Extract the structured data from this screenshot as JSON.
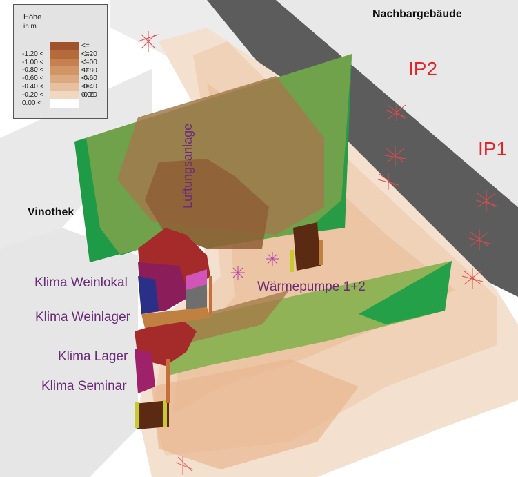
{
  "legend": {
    "title": "Höhe",
    "unit": "in m",
    "rows": [
      {
        "low": "",
        "high": "<= -1.20",
        "color": "#a0522d"
      },
      {
        "low": "-1.20 <",
        "high": "<= -1.00",
        "color": "#b46a3a"
      },
      {
        "low": "-1.00 <",
        "high": "<= -0.80",
        "color": "#c4804e"
      },
      {
        "low": "-0.80 <",
        "high": "<= -0.60",
        "color": "#d29566"
      },
      {
        "low": "-0.60 <",
        "high": "<= -0.40",
        "color": "#dcaa80"
      },
      {
        "low": "-0.40 <",
        "high": "<= -0.20",
        "color": "#e6c09f"
      },
      {
        "low": "-0.20 <",
        "high": "0.00",
        "color": "#f0d8c0"
      },
      {
        "low": "0.00 <",
        "high": "",
        "color": "#ffffff"
      }
    ]
  },
  "labels": {
    "neighbor_building": "Nachbargebäude",
    "ip2": "IP2",
    "ip1": "IP1",
    "vinothek": "Vinothek",
    "ventilation": "Lüftungsanlage",
    "heat_pump": "Wärmepumpe 1+2",
    "klima_weinlokal": "Klima Weinlokal",
    "klima_weinlager": "Klima Weinlager",
    "klima_lager": "Klima Lager",
    "klima_seminar": "Klima Seminar"
  }
}
